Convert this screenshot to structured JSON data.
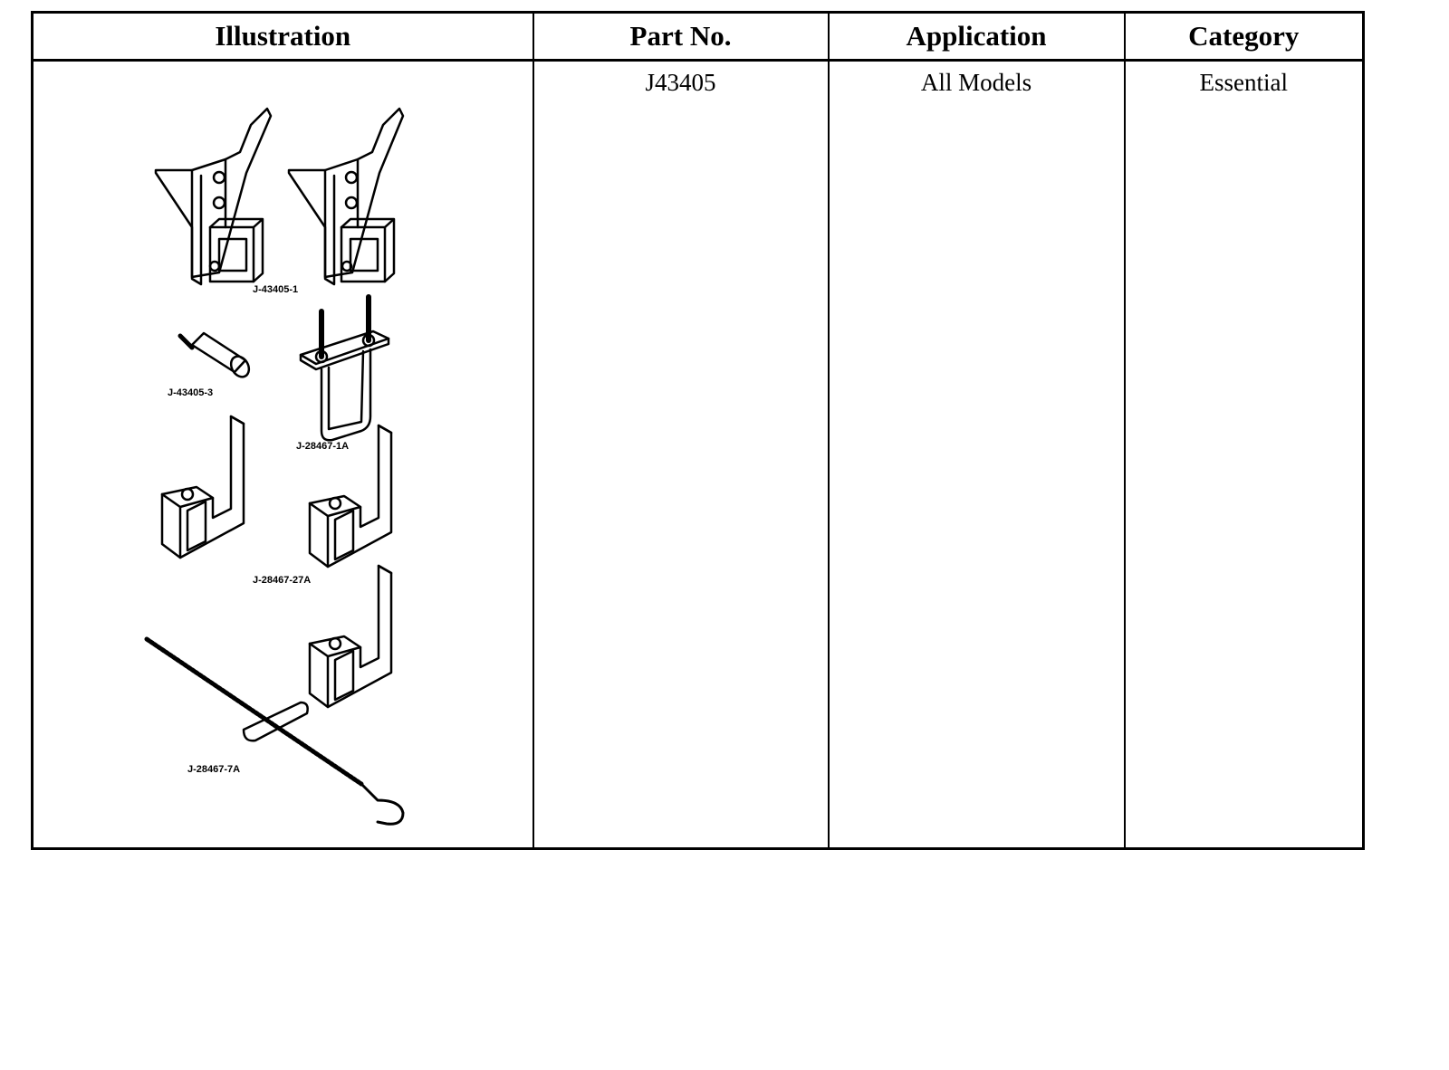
{
  "table": {
    "headers": {
      "illustration": "Illustration",
      "part_no": "Part No.",
      "application": "Application",
      "category": "Category"
    },
    "row": {
      "part_no": "J43405",
      "application": "All Models",
      "category": "Essential"
    }
  },
  "illustration": {
    "labels": {
      "bracket": "J-43405-1",
      "pin": "J-43405-3",
      "u_bolt_plate": "J-28467-1A",
      "hooks": "J-28467-27A",
      "rod": "J-28467-7A"
    }
  }
}
